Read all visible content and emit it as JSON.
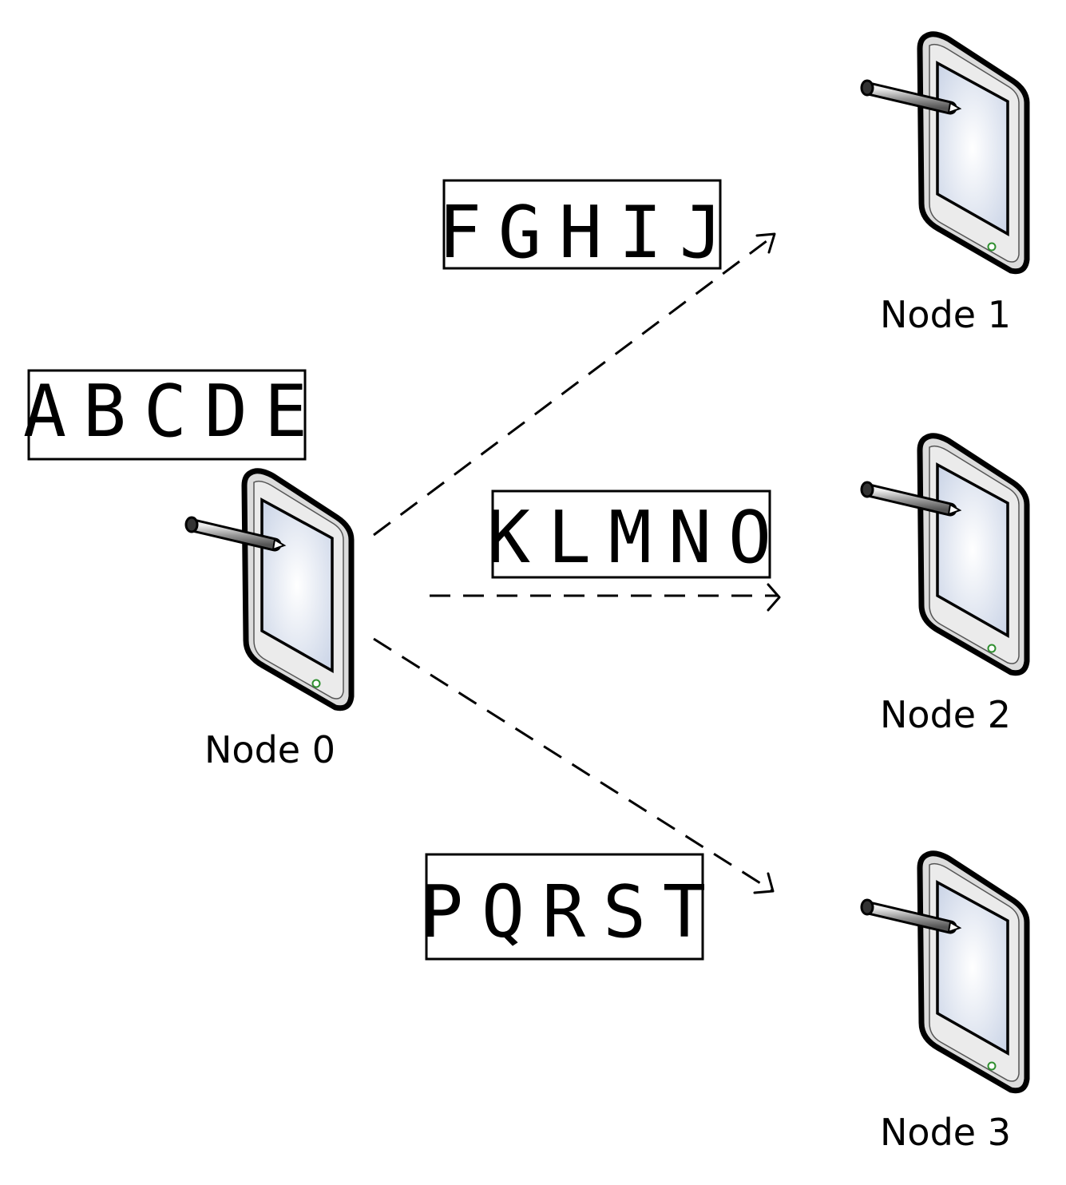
{
  "nodes": [
    {
      "id": "node0",
      "label": "Node 0"
    },
    {
      "id": "node1",
      "label": "Node 1"
    },
    {
      "id": "node2",
      "label": "Node 2"
    },
    {
      "id": "node3",
      "label": "Node 3"
    }
  ],
  "blocks": [
    {
      "id": "block-node0",
      "letters": [
        "A",
        "B",
        "C",
        "D",
        "E"
      ]
    },
    {
      "id": "block-node1",
      "letters": [
        "F",
        "G",
        "H",
        "I",
        "J"
      ]
    },
    {
      "id": "block-node2",
      "letters": [
        "K",
        "L",
        "M",
        "N",
        "O"
      ]
    },
    {
      "id": "block-node3",
      "letters": [
        "P",
        "Q",
        "R",
        "S",
        "T"
      ]
    }
  ],
  "arrows": [
    {
      "from": "node0",
      "to": "node1",
      "style": "dashed"
    },
    {
      "from": "node0",
      "to": "node2",
      "style": "dashed"
    },
    {
      "from": "node0",
      "to": "node3",
      "style": "dashed"
    }
  ],
  "icons": {
    "device": "tablet-with-stylus-icon"
  },
  "colors": {
    "stroke": "#000000",
    "screen": "#dfe6f3",
    "bezel": "#e6e6e6",
    "button": "#3a9a3a"
  }
}
